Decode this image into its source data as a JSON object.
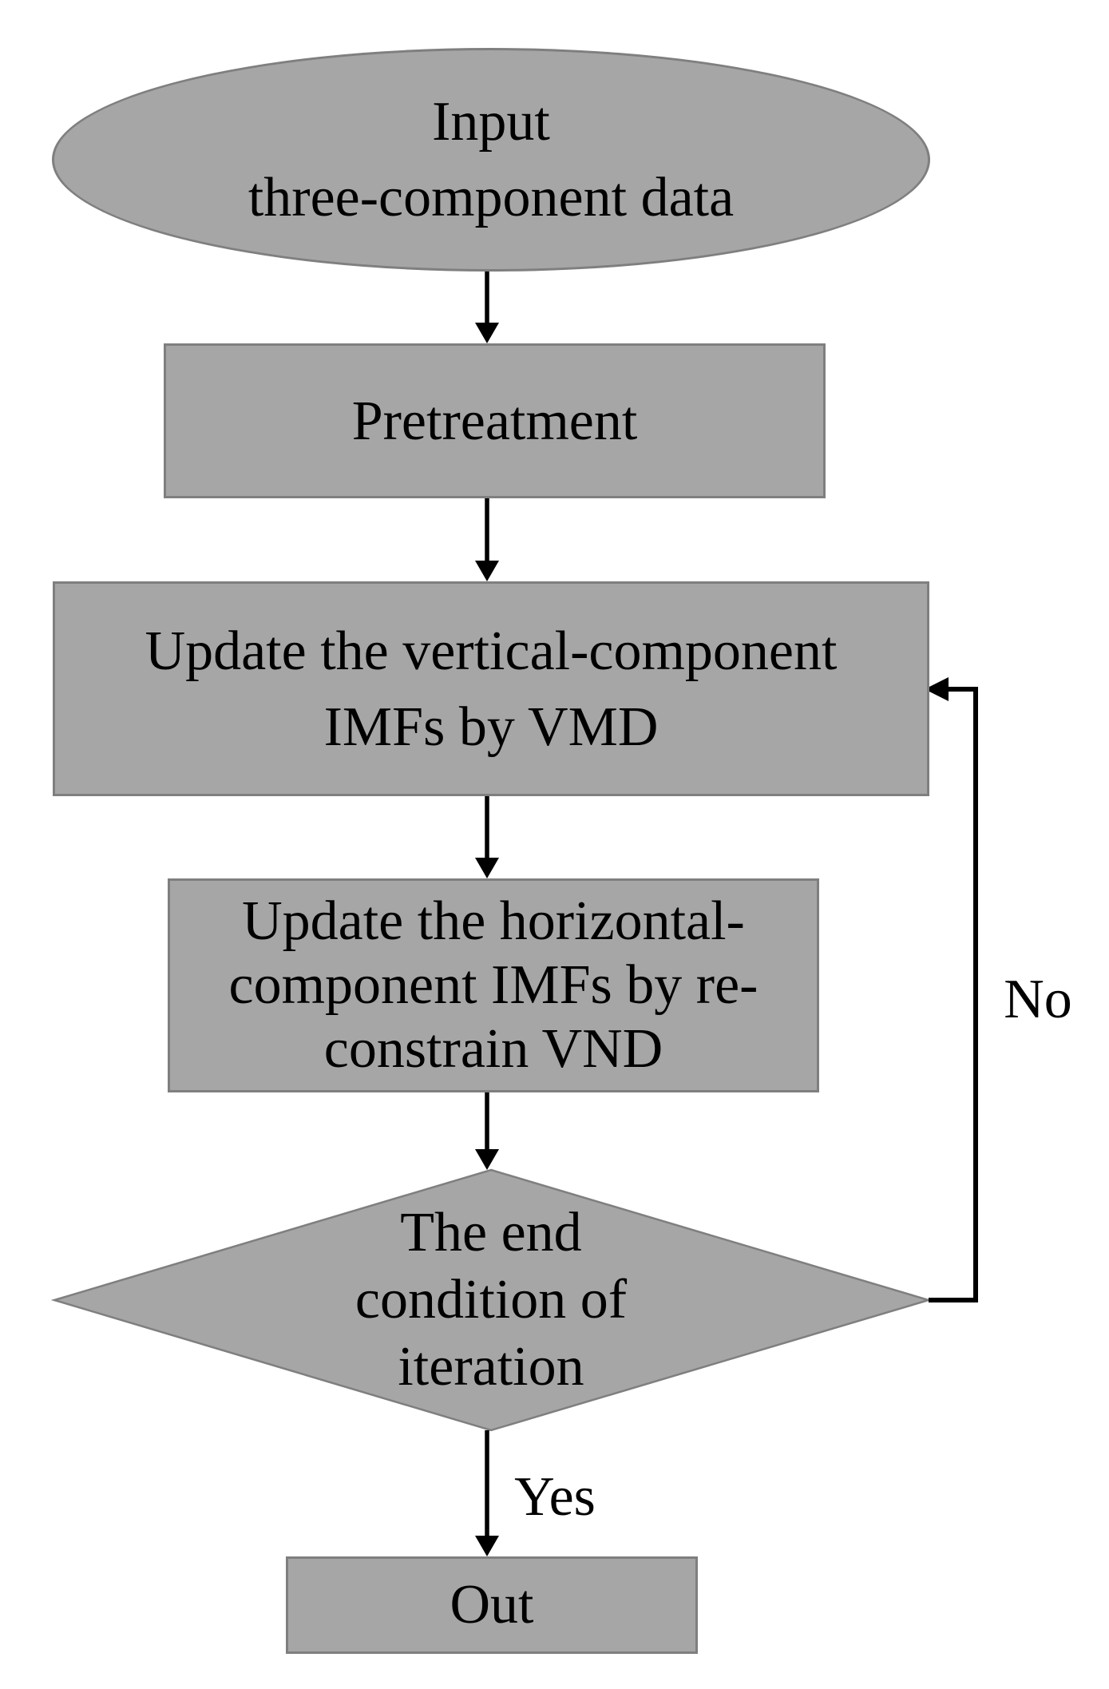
{
  "flowchart": {
    "colors": {
      "background": "#ffffff",
      "node_fill": "#a6a6a6",
      "node_border": "#7f7f7f",
      "connector": "#000000",
      "text": "#000000"
    },
    "nodes": {
      "input": {
        "shape": "ellipse",
        "label": "Input\nthree-component data"
      },
      "pretreatment": {
        "shape": "rectangle",
        "label": "Pretreatment"
      },
      "update_vertical": {
        "shape": "rectangle",
        "label": "Update the vertical-component\nIMFs by VMD"
      },
      "update_horizontal": {
        "shape": "rectangle",
        "label": "Update the horizontal-\ncomponent IMFs by re-\nconstrain VND"
      },
      "end_condition": {
        "shape": "diamond",
        "label": "The end\ncondition of\niteration"
      },
      "out": {
        "shape": "rectangle",
        "label": "Out"
      }
    },
    "edge_labels": {
      "yes": "Yes",
      "no": "No"
    }
  }
}
